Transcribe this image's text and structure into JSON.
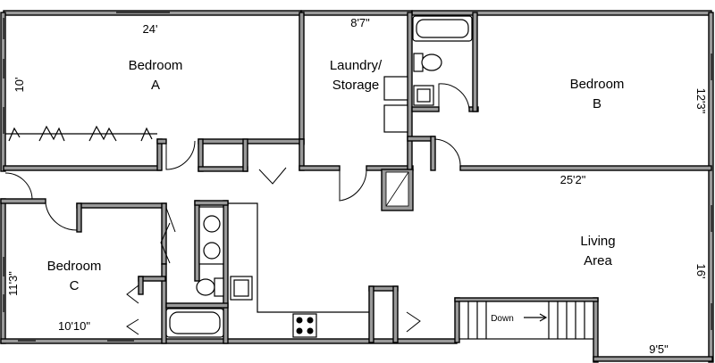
{
  "rooms": {
    "bedroom_a": {
      "line1": "Bedroom",
      "line2": "A"
    },
    "laundry": {
      "line1": "Laundry/",
      "line2": "Storage"
    },
    "bedroom_b": {
      "line1": "Bedroom",
      "line2": "B"
    },
    "bedroom_c": {
      "line1": "Bedroom",
      "line2": "C"
    },
    "living": {
      "line1": "Living",
      "line2": "Area"
    }
  },
  "dimensions": {
    "bedroom_a_width": "24'",
    "bedroom_a_depth": "10'",
    "laundry_width": "8'7\"",
    "bedroom_b_depth": "12'3\"",
    "living_width": "25'2\"",
    "living_depth": "16'",
    "bedroom_c_width": "10'10\"",
    "bedroom_c_depth": "11'3\"",
    "stair_landing": "9'5\""
  },
  "stairs": {
    "label": "Down"
  },
  "colors": {
    "wall_fill": "#999999",
    "wall_stroke": "#000000",
    "background": "#ffffff"
  }
}
